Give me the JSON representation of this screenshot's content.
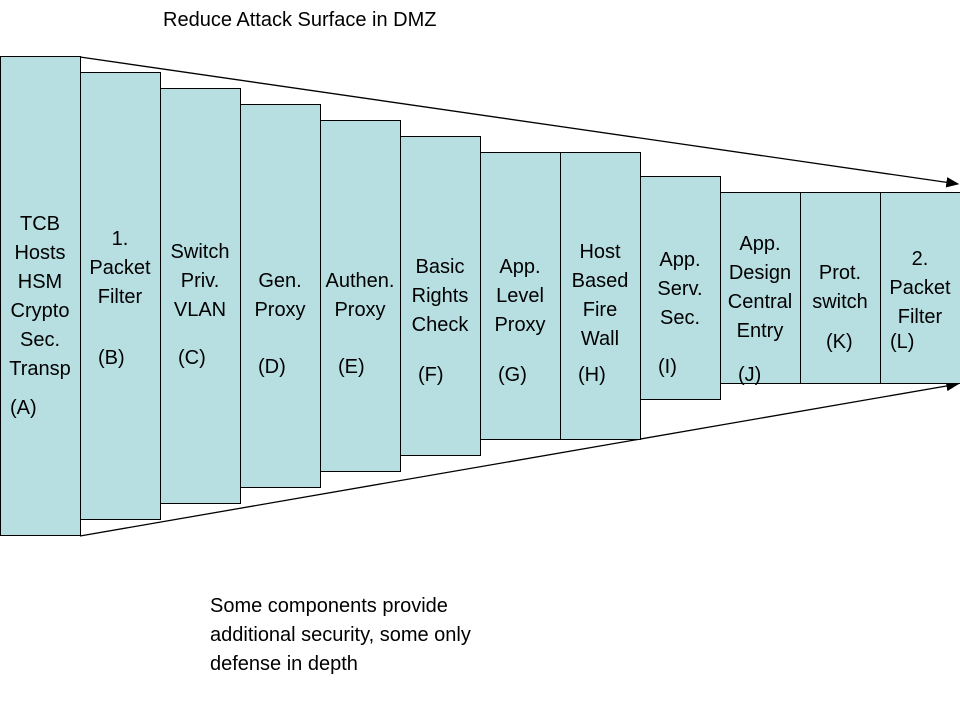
{
  "title": "Reduce Attack Surface in DMZ",
  "layers": [
    {
      "label": "TCB\nHosts\nHSM\nCrypto\nSec.\nTransp",
      "code": "(A)"
    },
    {
      "label": "1.\nPacket\nFilter",
      "code": "(B)"
    },
    {
      "label": "Switch\nPriv.\nVLAN",
      "code": "(C)"
    },
    {
      "label": "Gen.\nProxy",
      "code": "(D)"
    },
    {
      "label": "Authen.\nProxy",
      "code": "(E)"
    },
    {
      "label": "Basic\nRights\nCheck",
      "code": "(F)"
    },
    {
      "label": "App.\nLevel\nProxy",
      "code": "(G)"
    },
    {
      "label": "Host\nBased\nFire\nWall",
      "code": "(H)"
    },
    {
      "label": "App.\nServ.\nSec.",
      "code": "(I)"
    },
    {
      "label": "App.\nDesign\nCentral\nEntry",
      "code": "(J)"
    },
    {
      "label": "Prot.\nswitch",
      "code": "(K)"
    },
    {
      "label": "2.\nPacket\nFilter",
      "code": "(L)"
    }
  ],
  "footnote": "Some components provide\nadditional security, some only\ndefense in depth",
  "colors": {
    "layer_fill": "#b7dfe2",
    "stroke": "#000000"
  }
}
